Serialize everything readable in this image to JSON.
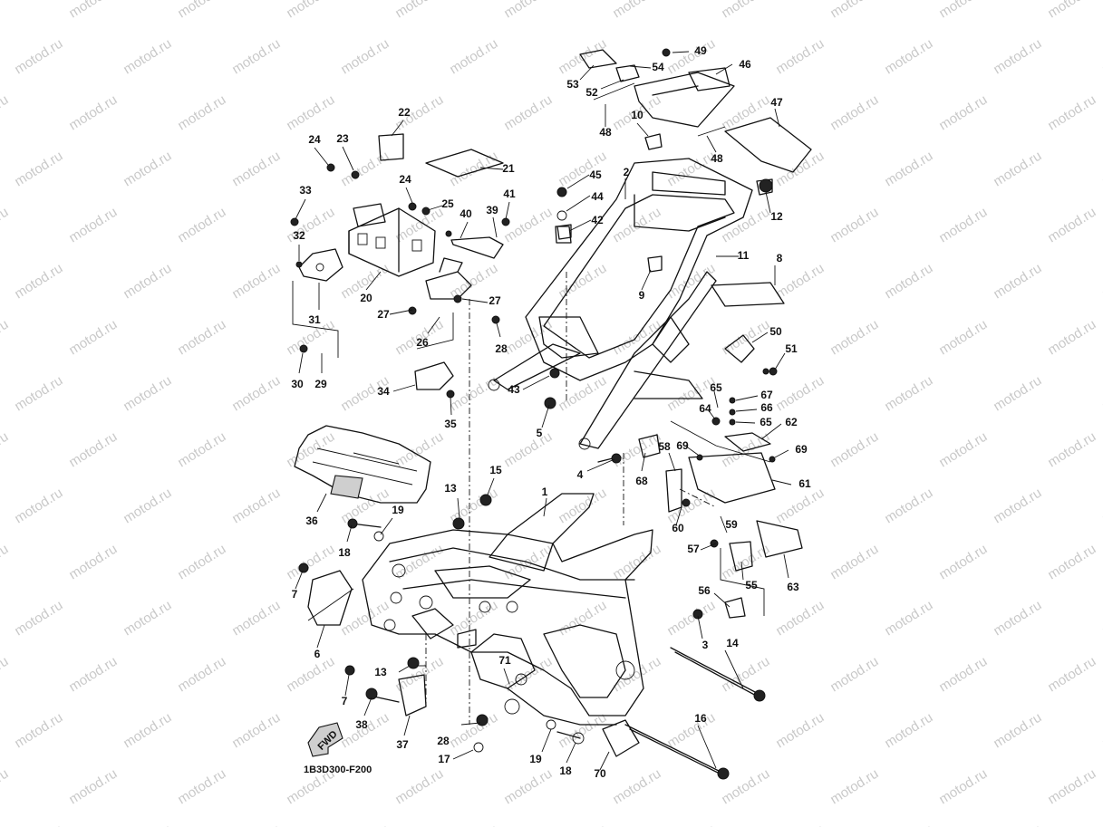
{
  "watermark": "motod.ru",
  "diagram_code": "1B3D300-F200",
  "fwd_label": "FWD",
  "callouts": [
    "1",
    "2",
    "3",
    "4",
    "5",
    "6",
    "7",
    "8",
    "9",
    "10",
    "11",
    "12",
    "13",
    "14",
    "15",
    "16",
    "17",
    "18",
    "19",
    "20",
    "21",
    "22",
    "23",
    "24",
    "25",
    "26",
    "27",
    "28",
    "29",
    "30",
    "31",
    "32",
    "33",
    "34",
    "35",
    "36",
    "37",
    "38",
    "39",
    "40",
    "41",
    "42",
    "43",
    "44",
    "45",
    "46",
    "47",
    "48",
    "49",
    "50",
    "51",
    "52",
    "53",
    "54",
    "55",
    "56",
    "57",
    "58",
    "59",
    "60",
    "61",
    "62",
    "63",
    "64",
    "65",
    "66",
    "67",
    "68",
    "69",
    "70",
    "71"
  ]
}
